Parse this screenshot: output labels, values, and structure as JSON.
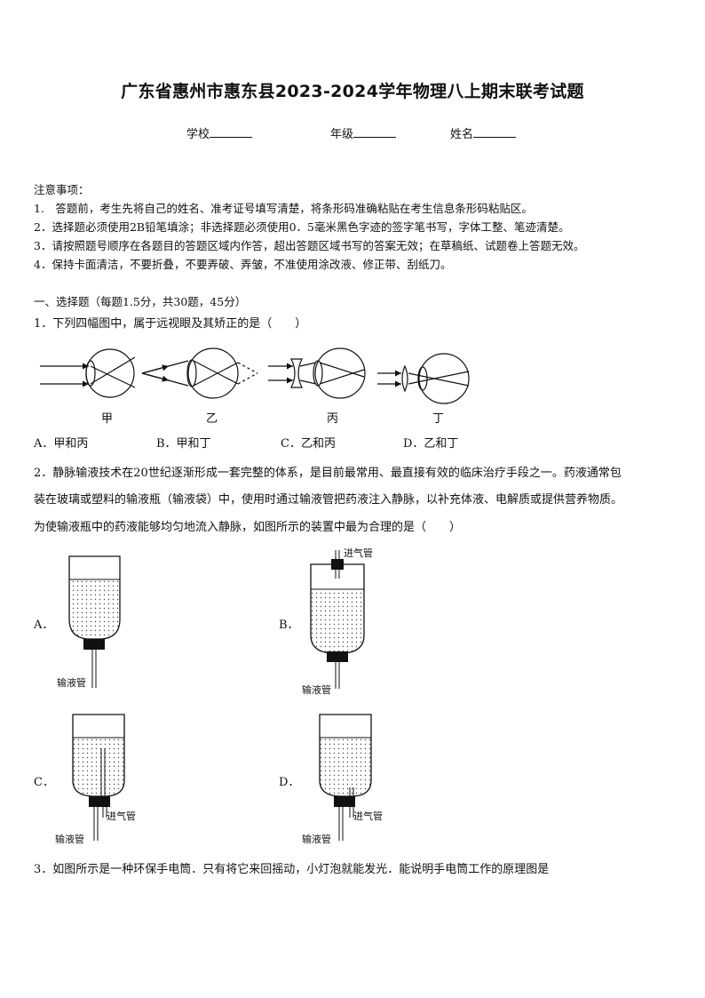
{
  "title": "广东省惠州市惠东县2023-2024学年物理八上期末联考试题",
  "info": {
    "school": "学校",
    "grade": "年级",
    "name": "姓名"
  },
  "notes": {
    "heading": "注意事项：",
    "items": [
      "1.　答题前，考生先将自己的姓名、准考证号填写清楚，将条形码准确粘贴在考生信息条形码粘贴区。",
      "2．选择题必须使用2B铅笔填涂；非选择题必须使用0．5毫米黑色字迹的签字笔书写，字体工整、笔迹清楚。",
      "3．请按照题号顺序在各题目的答题区域内作答，超出答题区域书写的答案无效；在草稿纸、试题卷上答题无效。",
      "4．保持卡面清洁，不要折叠，不要弄破、弄皱，不准使用涂改液、修正带、刮纸刀。"
    ]
  },
  "section": "一、选择题（每题1.5分，共30题，45分）",
  "q1": {
    "stem": "1．下列四幅图中，属于远视眼及其矫正的是（　　）",
    "fig_labels": [
      "甲",
      "乙",
      "丙",
      "丁"
    ],
    "options": [
      "A．甲和丙",
      "B．甲和丁",
      "C．乙和丙",
      "D．乙和丁"
    ]
  },
  "q2": {
    "lines": [
      "2．静脉输液技术在20世纪逐渐形成一套完整的体系，是目前最常用、最直接有效的临床治疗手段之一。药液通常包",
      "装在玻璃或塑料的输液瓶（输液袋）中，使用时通过输液管把药液注入静脉，以补充体液、电解质或提供营养物质。",
      "为使输液瓶中的药液能够均匀地流入静脉，如图所示的装置中最为合理的是（　　）"
    ],
    "option_letters": [
      "A．",
      "B．",
      "C．",
      "D．"
    ],
    "tube_label": "输液管",
    "vent_label": "进气管"
  },
  "q3": {
    "stem": "3．如图所示是一种环保手电筒．只有将它来回摇动，小灯泡就能发光．能说明手电筒工作的原理图是"
  }
}
